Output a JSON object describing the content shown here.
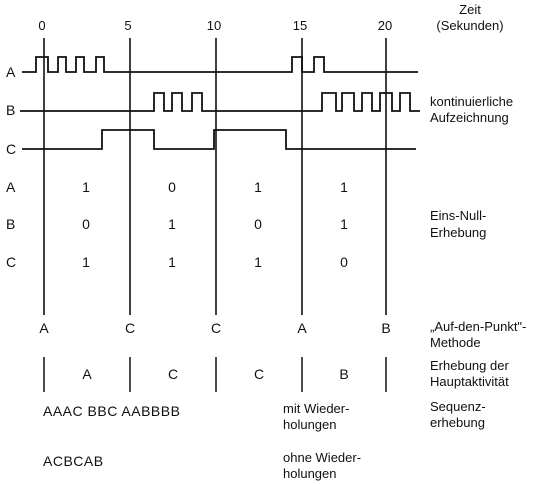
{
  "axis": {
    "title_line1": "Zeit",
    "title_line2": "(Sekunden)",
    "ticks": [
      "0",
      "5",
      "10",
      "15",
      "20"
    ]
  },
  "rows": {
    "a": "A",
    "b": "B",
    "c": "C"
  },
  "labels": {
    "continuous_1": "kontinuierliche",
    "continuous_2": "Aufzeichnung",
    "zero_one_1": "Eins-Null-",
    "zero_one_2": "Erhebung",
    "point_1": "„Auf-den-Punkt\"-",
    "point_2": "Methode",
    "main_1": "Erhebung der",
    "main_2": "Hauptaktivität",
    "sequence_1": "Sequenz-",
    "sequence_2": "erhebung"
  },
  "zero_one": {
    "a": [
      "1",
      "0",
      "1",
      "1"
    ],
    "b": [
      "0",
      "1",
      "0",
      "1"
    ],
    "c": [
      "1",
      "1",
      "1",
      "0"
    ]
  },
  "point_method": [
    "A",
    "C",
    "C",
    "A",
    "B"
  ],
  "main_activity": [
    "A",
    "C",
    "C",
    "B"
  ],
  "sequences": {
    "with_repeats": "AAAC BBC AABBBB",
    "with_repeats_label_1": "mit Wieder-",
    "with_repeats_label_2": "holungen",
    "without_repeats": "ACBCAB",
    "without_repeats_label_1": "ohne Wieder-",
    "without_repeats_label_2": "holungen"
  }
}
